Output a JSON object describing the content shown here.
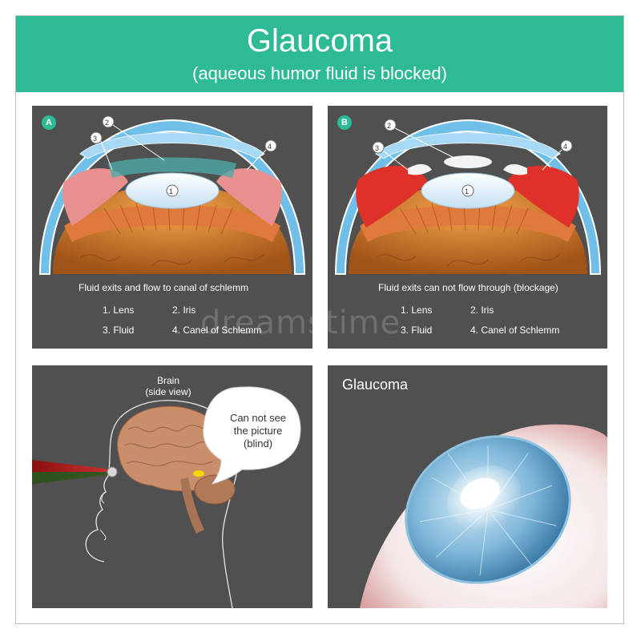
{
  "header": {
    "title": "Glaucoma",
    "subtitle": "(aqueous humor fluid is blocked)",
    "color": "#2fba96"
  },
  "panel_a": {
    "badge": "A",
    "caption": "Fluid exits and flow to canal of schlemm",
    "numbers": [
      "1",
      "2",
      "3",
      "4"
    ],
    "legend": [
      "1. Lens",
      "2. Iris",
      "3. Fluid",
      "4. Canel of Schlemm"
    ]
  },
  "panel_b": {
    "badge": "B",
    "caption": "Fluid exits can not flow through (blockage)",
    "numbers": [
      "1",
      "2",
      "3",
      "4"
    ],
    "legend": [
      "1. Lens",
      "2. Iris",
      "3. Fluid",
      "4. Canel of Schlemm"
    ]
  },
  "panel_c": {
    "brain_label_1": "Brain",
    "brain_label_2": "(side view)",
    "bubble_lines": [
      "Can not see",
      "the picture",
      "(blind)"
    ]
  },
  "panel_d": {
    "label": "Glaucoma"
  },
  "watermark": "dreamstime"
}
